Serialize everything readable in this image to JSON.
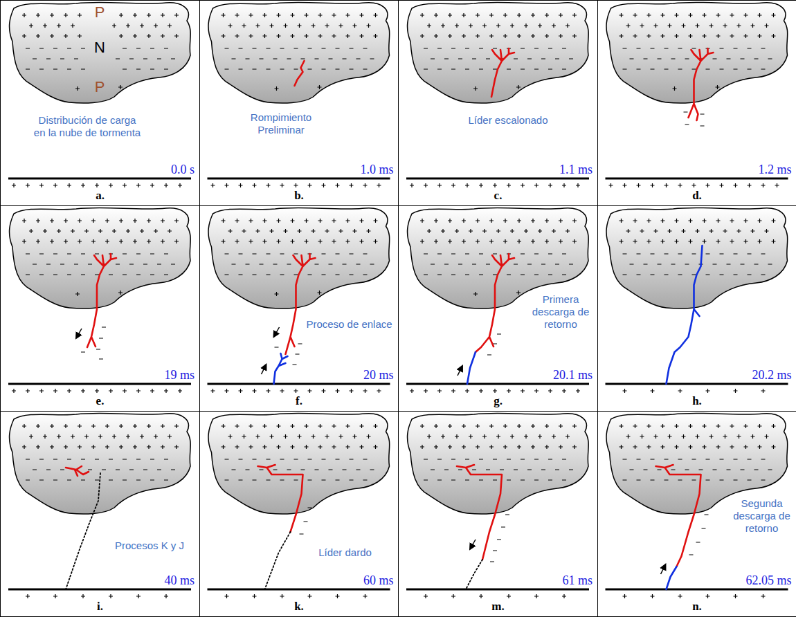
{
  "diagram": {
    "nodes": [
      {
        "text": [
          "P",
          "N",
          "P",
          "Distribución de carga en la nube de tormenta",
          "0.0 s",
          "a."
        ]
      },
      {
        "text": [
          "Rompimiento Preliminar",
          "1.0 ms",
          "b."
        ]
      },
      {
        "text": [
          "Líder escalonado",
          "1.1 ms",
          "c."
        ]
      },
      {
        "text": [
          "1.2 ms",
          "d."
        ]
      },
      {
        "text": [
          "19 ms",
          "e."
        ]
      },
      {
        "text": [
          "Proceso de enlace",
          "20 ms",
          "f."
        ]
      },
      {
        "text": [
          "Primera descarga de retorno",
          "20.1 ms",
          "g."
        ]
      },
      {
        "text": [
          "20.2 ms",
          "h."
        ]
      },
      {
        "text": [
          "Procesos K y J",
          "40 ms",
          "i."
        ]
      },
      {
        "text": [
          "Líder dardo",
          "60 ms",
          "k."
        ]
      },
      {
        "text": [
          "61 ms",
          "m."
        ]
      },
      {
        "text": [
          "Segunda descarga de retorno",
          "62.05 ms",
          "n."
        ]
      }
    ]
  }
}
